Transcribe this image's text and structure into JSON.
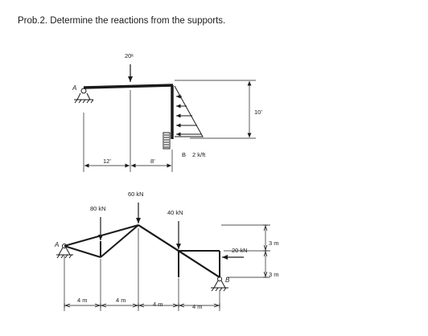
{
  "problem": {
    "title": "Prob.2. Determine the reactions from the supports."
  },
  "frame": {
    "load_point": "20ᵏ",
    "support_a": "A",
    "support_b": "B",
    "distributed_load": "2 k/ft",
    "height": "10’",
    "span_1": "12’",
    "span_2": "8’"
  },
  "truss": {
    "support_a": "A",
    "support_b": "B",
    "load_1": "80 kN",
    "load_2": "60 kN",
    "load_3": "40 kN",
    "load_4": "20 kN",
    "panel_1": "4 m",
    "panel_2": "4 m",
    "panel_3": "4 m",
    "panel_4": "4 m",
    "height_1": "3 m",
    "height_2": "3 m"
  }
}
